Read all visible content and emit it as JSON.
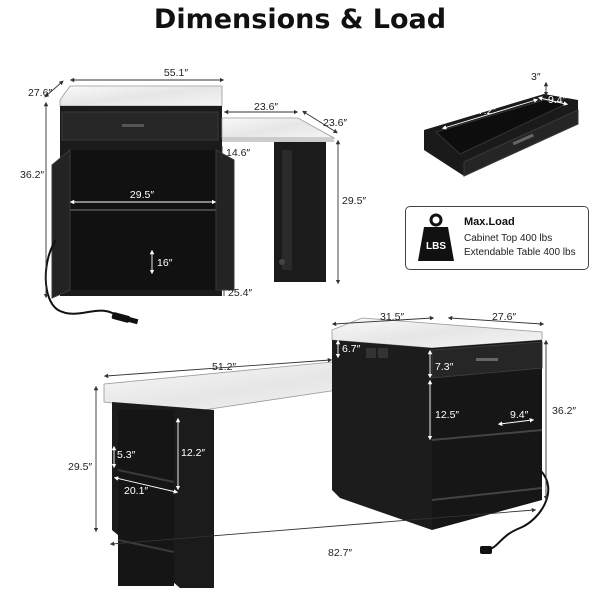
{
  "title": "Dimensions & Load",
  "colors": {
    "cabinet": "#1c1c1c",
    "top": "#ececec",
    "accent": "#000000"
  },
  "top_view": {
    "depth": "27.6″",
    "width": "55.1″",
    "height": "36.2″",
    "ext_width": "23.6″",
    "ext_depth": "23.6″",
    "drawer_gap": "14.6″",
    "inner_width": "29.5″",
    "shelf_h": "16″",
    "table_h": "29.5″",
    "table_leg_w": "25.4″"
  },
  "drawer": {
    "height": "3″",
    "length": "27.2″",
    "depth": "9.4″"
  },
  "load": {
    "icon": "weight-icon",
    "icon_label": "LBS",
    "title": "Max.Load",
    "line1": "Cabinet Top 400 lbs",
    "line2": "Extendable Table 400 lbs"
  },
  "bottom_view": {
    "cab_width": "31.5″",
    "cab_depth": "27.6″",
    "outlet_h": "6.7″",
    "drawer_h": "7.3″",
    "shelf_h": "12.5″",
    "shelf_d": "9.4″",
    "cab_h": "36.2″",
    "table_w": "51.2″",
    "table_h": "29.5″",
    "leg_gap": "5.3″",
    "leg_shelf": "12.2″",
    "leg_width": "20.1″",
    "total_len": "82.7″"
  }
}
